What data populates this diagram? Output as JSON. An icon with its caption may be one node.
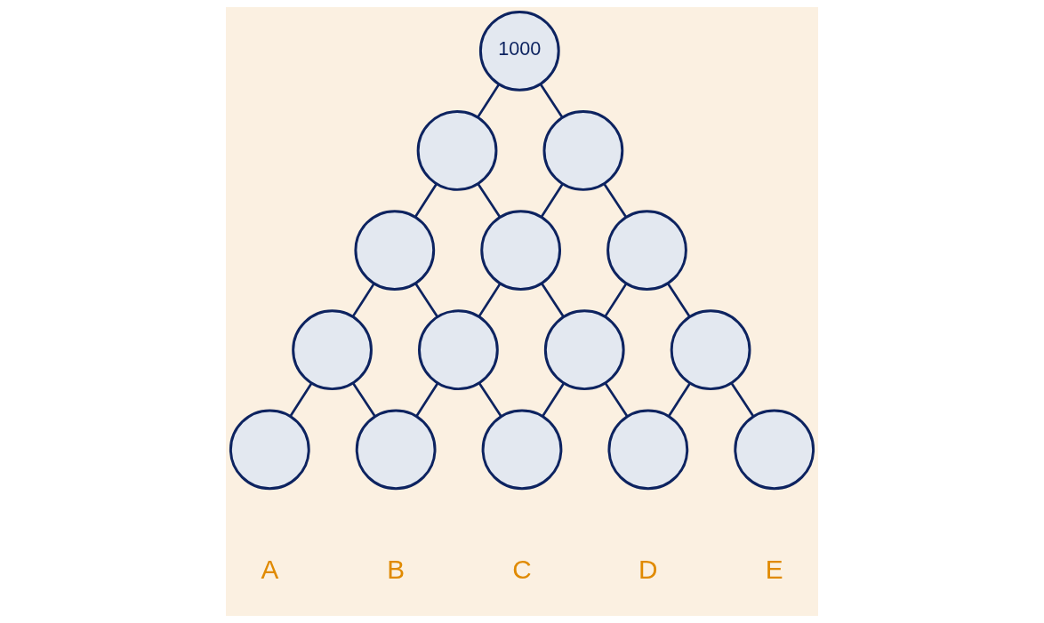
{
  "diagram": {
    "nodes": [
      {
        "text": [
          "1000"
        ]
      },
      {
        "text": [],
        "shape": "circle"
      },
      {
        "text": [],
        "shape": "circle"
      },
      {
        "text": [],
        "shape": "circle"
      },
      {
        "text": [],
        "shape": "circle"
      },
      {
        "text": [],
        "shape": "circle"
      },
      {
        "text": [],
        "shape": "circle"
      },
      {
        "text": [],
        "shape": "circle"
      },
      {
        "text": [],
        "shape": "circle"
      },
      {
        "text": [],
        "shape": "circle"
      },
      {
        "text": [],
        "shape": "circle"
      },
      {
        "text": [],
        "shape": "circle"
      },
      {
        "text": [],
        "shape": "circle"
      },
      {
        "text": [],
        "shape": "circle"
      },
      {
        "text": [],
        "shape": "circle"
      }
    ],
    "edges": [
      {
        "from": 0,
        "to": 1,
        "arrow": "none"
      },
      {
        "from": 0,
        "to": 2,
        "arrow": "none"
      },
      {
        "from": 1,
        "to": 3,
        "arrow": "none"
      },
      {
        "from": 1,
        "to": 4,
        "arrow": "none"
      },
      {
        "from": 2,
        "to": 4,
        "arrow": "none"
      },
      {
        "from": 2,
        "to": 5,
        "arrow": "none"
      },
      {
        "from": 3,
        "to": 6,
        "arrow": "none"
      },
      {
        "from": 3,
        "to": 7,
        "arrow": "none"
      },
      {
        "from": 4,
        "to": 7,
        "arrow": "none"
      },
      {
        "from": 4,
        "to": 8,
        "arrow": "none"
      },
      {
        "from": 5,
        "to": 8,
        "arrow": "none"
      },
      {
        "from": 5,
        "to": 9,
        "arrow": "none"
      },
      {
        "from": 6,
        "to": 10,
        "arrow": "none"
      },
      {
        "from": 6,
        "to": 11,
        "arrow": "none"
      },
      {
        "from": 7,
        "to": 11,
        "arrow": "none"
      },
      {
        "from": 7,
        "to": 12,
        "arrow": "none"
      },
      {
        "from": 8,
        "to": 12,
        "arrow": "none"
      },
      {
        "from": 8,
        "to": 13,
        "arrow": "none"
      },
      {
        "from": 9,
        "to": 13,
        "arrow": "none"
      },
      {
        "from": 9,
        "to": 14,
        "arrow": "none"
      }
    ],
    "labels": [
      "A",
      "B",
      "C",
      "D",
      "E"
    ]
  }
}
